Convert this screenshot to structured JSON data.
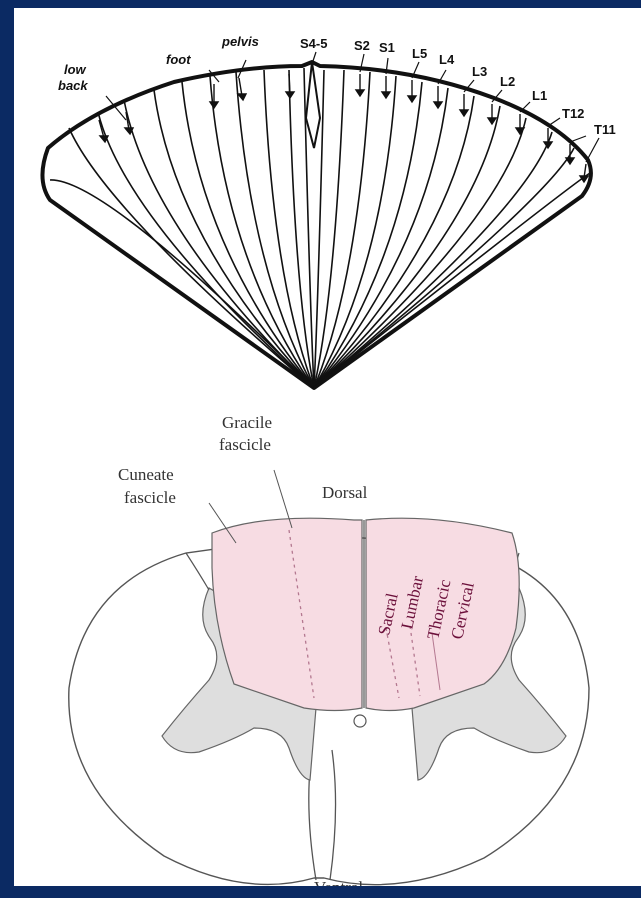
{
  "top_diagram": {
    "region_labels": {
      "low_back_1": "low",
      "low_back_2": "back",
      "foot": "foot",
      "pelvis": "pelvis"
    },
    "segment_labels": [
      "S4-5",
      "S2",
      "S1",
      "L5",
      "L4",
      "L3",
      "L2",
      "L1",
      "T12",
      "T11"
    ]
  },
  "bottom_diagram": {
    "gracile_1": "Gracile",
    "gracile_2": "fascicle",
    "cuneate_1": "Cuneate",
    "cuneate_2": "fascicle",
    "dorsal": "Dorsal",
    "ventral": "Ventral",
    "tracts": [
      "Sacral",
      "Lumbar",
      "Thoracic",
      "Cervical"
    ]
  },
  "colors": {
    "background": "#0b2a63",
    "fasciculus_fill": "#f7dce3",
    "grey_matter": "#dedede",
    "tract_text": "#6b0f3a"
  }
}
